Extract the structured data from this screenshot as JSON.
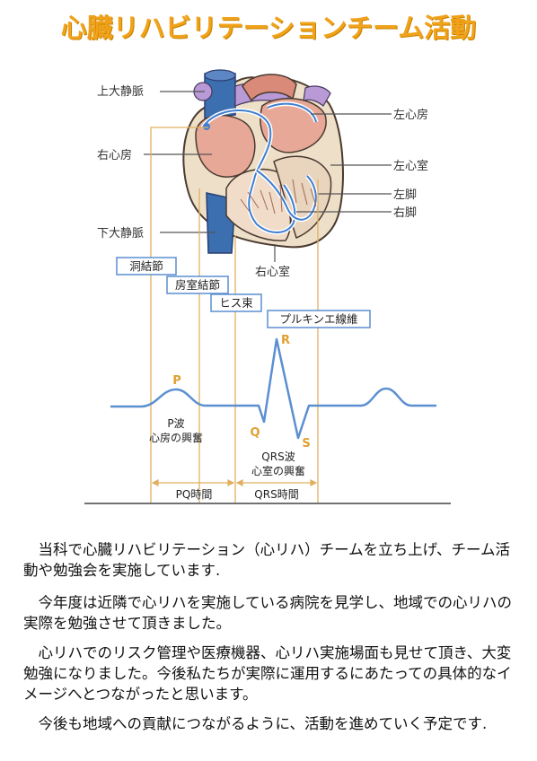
{
  "title": "心臓リハビリテーションチーム活動",
  "heart_labels": {
    "svc": "上大静脈",
    "ra": "右心房",
    "ivc": "下大静脈",
    "la": "左心房",
    "lv": "左心室",
    "lbb": "左脚",
    "rbb": "右脚",
    "rv": "右心室"
  },
  "conduction": {
    "sa": "洞結節",
    "av": "房室結節",
    "his": "ヒス束",
    "purkinje": "プルキンエ線維"
  },
  "ecg": {
    "p": "P",
    "q": "Q",
    "r": "R",
    "s": "S",
    "p_note_1": "P波",
    "p_note_2": "心房の興奮",
    "qrs_note_1": "QRS波",
    "qrs_note_2": "心室の興奮",
    "pq": "PQ時間",
    "qrs": "QRS時間"
  },
  "paragraphs": [
    "　当科で心臓リハビリテーション（心リハ）チームを立ち上げ、チーム活動や勉強会を実施しています.",
    "　今年度は近隣で心リハを実施している病院を見学し、地域での心リハの実際を勉強させて頂きました。",
    "　心リハでのリスク管理や医療機器、心リハ実施場面も見せて頂き、大変勉強になりました。今後私たちが実際に運用するにあたっての具体的なイメージへとつながったと思います。",
    "　今後も地域への貢献につながるように、活動を進めていく予定です."
  ]
}
